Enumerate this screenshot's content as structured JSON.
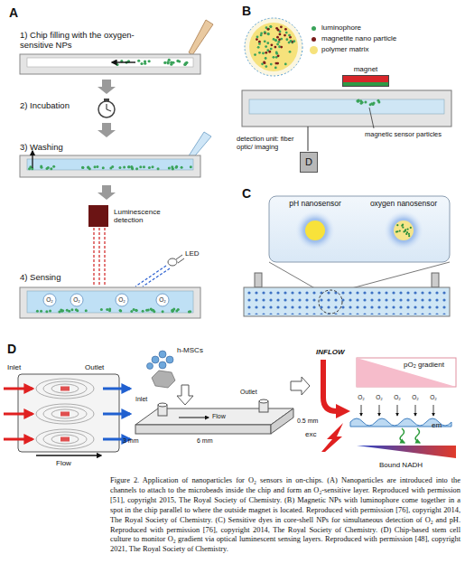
{
  "diagram": {
    "caption": "Figure 2. Application of nanoparticles for O₂ sensors in on-chips. (A) Nanoparticles are introduced into the channels to attach to the microbeads inside the chip and form an O₂-sensitive layer. Reproduced with permission [51], copyright 2015, The Royal Society of Chemistry. (B) Magnetic NPs with luminophore come together in a spot in the chip parallel to where the outside magnet is located. Reproduced with permission [76], copyright 2014, The Royal Society of Chemistry. (C) Sensitive dyes in core-shell NPs for simultaneous detection of O₂ and pH. Reproduced with permission [76], copyright 2014, The Royal Society of Chemistry. (D) Chip-based stem cell culture to monitor O₂ gradient via optical luminescent sensing layers. Reproduced with permission [48], copyright 2021, The Royal Society of Chemistry.",
    "nodes": [
      {
        "text": [
          "magnet"
        ]
      },
      {
        "text": [
          "D"
        ]
      },
      {
        "text": [
          "pH nanosensor"
        ]
      },
      {
        "text": [
          "oxygen nanosensor"
        ]
      },
      {
        "text": [
          "Luminescence detection"
        ]
      }
    ],
    "labels": [
      "A",
      "1) Chip filling with the oxygen-sensitive NPs",
      "2) Incubation",
      "3) Washing",
      "LED",
      "4) Sensing",
      "O₂",
      "O₂",
      "O₂",
      "O₂",
      "B",
      "magnetic sensor particles",
      "detection unit: fiber optic/ imaging",
      "C",
      "D",
      "Inlet",
      "Outlet",
      "Flow",
      "h-MSCs",
      "Outlet",
      "Inlet",
      "Flow",
      "0.5 mm",
      "3 mm",
      "6 mm",
      "INFLOW",
      "pO₂ gradient",
      "O₂",
      "O₂",
      "O₂",
      "O₂",
      "O₂",
      "exc",
      "em",
      "Bound NADH"
    ],
    "legend": [
      {
        "text": "luminophore",
        "color": "#3aa35a"
      },
      {
        "text": "magnetite nano particle",
        "color": "#7a1c1c"
      },
      {
        "text": "polymer matrix",
        "color": "#f6e27c"
      }
    ]
  }
}
